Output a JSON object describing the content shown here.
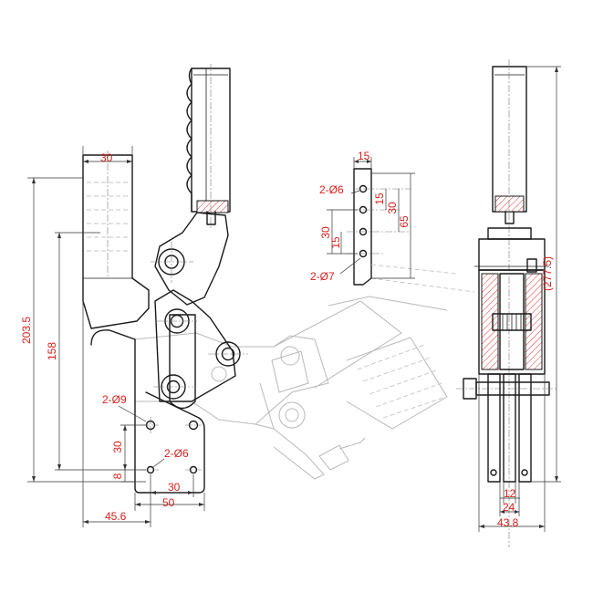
{
  "side_view": {
    "dims": {
      "top_width": "30",
      "overall_height": "203.5",
      "handle_height": "158",
      "base_width": "45.6",
      "hole_spacing_x": "50",
      "hole_pitch_x": "30",
      "hole_pitch_y": "30",
      "hole_offset_y": "8"
    },
    "holes": {
      "large": "2-Ø9",
      "small": "2-Ø6"
    }
  },
  "detail_view": {
    "dims": {
      "width": "15",
      "pitch_a": "15",
      "pitch_b": "30",
      "height": "65",
      "left_pitch_a": "30",
      "left_pitch_b": "15"
    },
    "holes": {
      "small": "2-Ø6",
      "large": "2-Ø7"
    }
  },
  "front_view": {
    "dims": {
      "overall_height": "(277.5)",
      "inner_width": "12",
      "mid_width": "24",
      "overall_width": "43.8"
    }
  }
}
